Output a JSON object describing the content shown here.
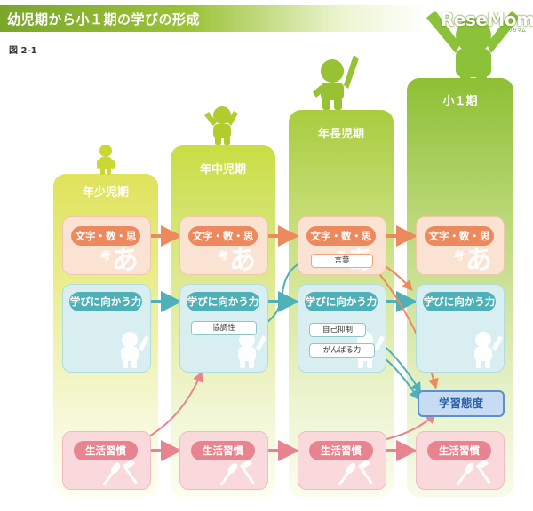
{
  "header": {
    "title": "幼児期から小１期の学びの形成",
    "figure_label": "図 2-1",
    "logo": "ReseMom",
    "logo_sub": "リセマム"
  },
  "columns": [
    {
      "label": "年少児期"
    },
    {
      "label": "年中児期"
    },
    {
      "label": "年長児期"
    },
    {
      "label": "小１期"
    }
  ],
  "rows": {
    "literacy": "文字・数・思考",
    "learning": "学びに向かう力",
    "habits": "生活習慣"
  },
  "sub_items": {
    "cooperation": "協調性",
    "words": "言葉",
    "self_control": "自己抑制",
    "perseverance": "がんばる力",
    "study_attitude": "学習態度"
  },
  "colors": {
    "title_green": "#8dbb32",
    "literacy_orange": "#ec8a5e",
    "learning_teal": "#4fb0b8",
    "habits_pink": "#e7848f",
    "study_blue": "#5a8fd0"
  },
  "icons": [
    "child-figure-icon",
    "hiragana-a-icon",
    "child-silhouette-icon",
    "fork-spoon-icon"
  ]
}
